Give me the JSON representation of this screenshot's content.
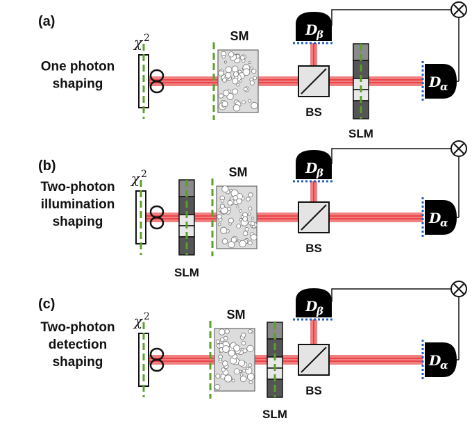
{
  "panels": [
    {
      "label": "(a)",
      "description": [
        "One photon",
        "shaping"
      ],
      "sm": "SM",
      "bs": "BS",
      "slm": "SLM",
      "chi": "χ",
      "chi_exp": "2",
      "d_beta": "D",
      "d_beta_sub": "β",
      "d_alpha": "D",
      "d_alpha_sub": "α"
    },
    {
      "label": "(b)",
      "description": [
        "Two-photon",
        "illumination",
        "shaping"
      ],
      "sm": "SM",
      "bs": "BS",
      "slm": "SLM",
      "chi": "χ",
      "chi_exp": "2",
      "d_beta": "D",
      "d_beta_sub": "β",
      "d_alpha": "D",
      "d_alpha_sub": "α"
    },
    {
      "label": "(c)",
      "description": [
        "Two-photon",
        "detection",
        "shaping"
      ],
      "sm": "SM",
      "bs": "BS",
      "slm": "SLM",
      "chi": "χ",
      "chi_exp": "2",
      "d_beta": "D",
      "d_beta_sub": "β",
      "d_alpha": "D",
      "d_alpha_sub": "α"
    }
  ],
  "colors": {
    "beam": "#f08080",
    "beam_core": "#e8202a",
    "dash_green": "#5aa02c",
    "dash_blue": "#1f5fbf",
    "detector": "#000000",
    "sm_fill": "#dcdcdc",
    "slm_dark": "#555555",
    "slm_mid": "#8a8a8a",
    "slm_light": "#e8e8e8"
  }
}
